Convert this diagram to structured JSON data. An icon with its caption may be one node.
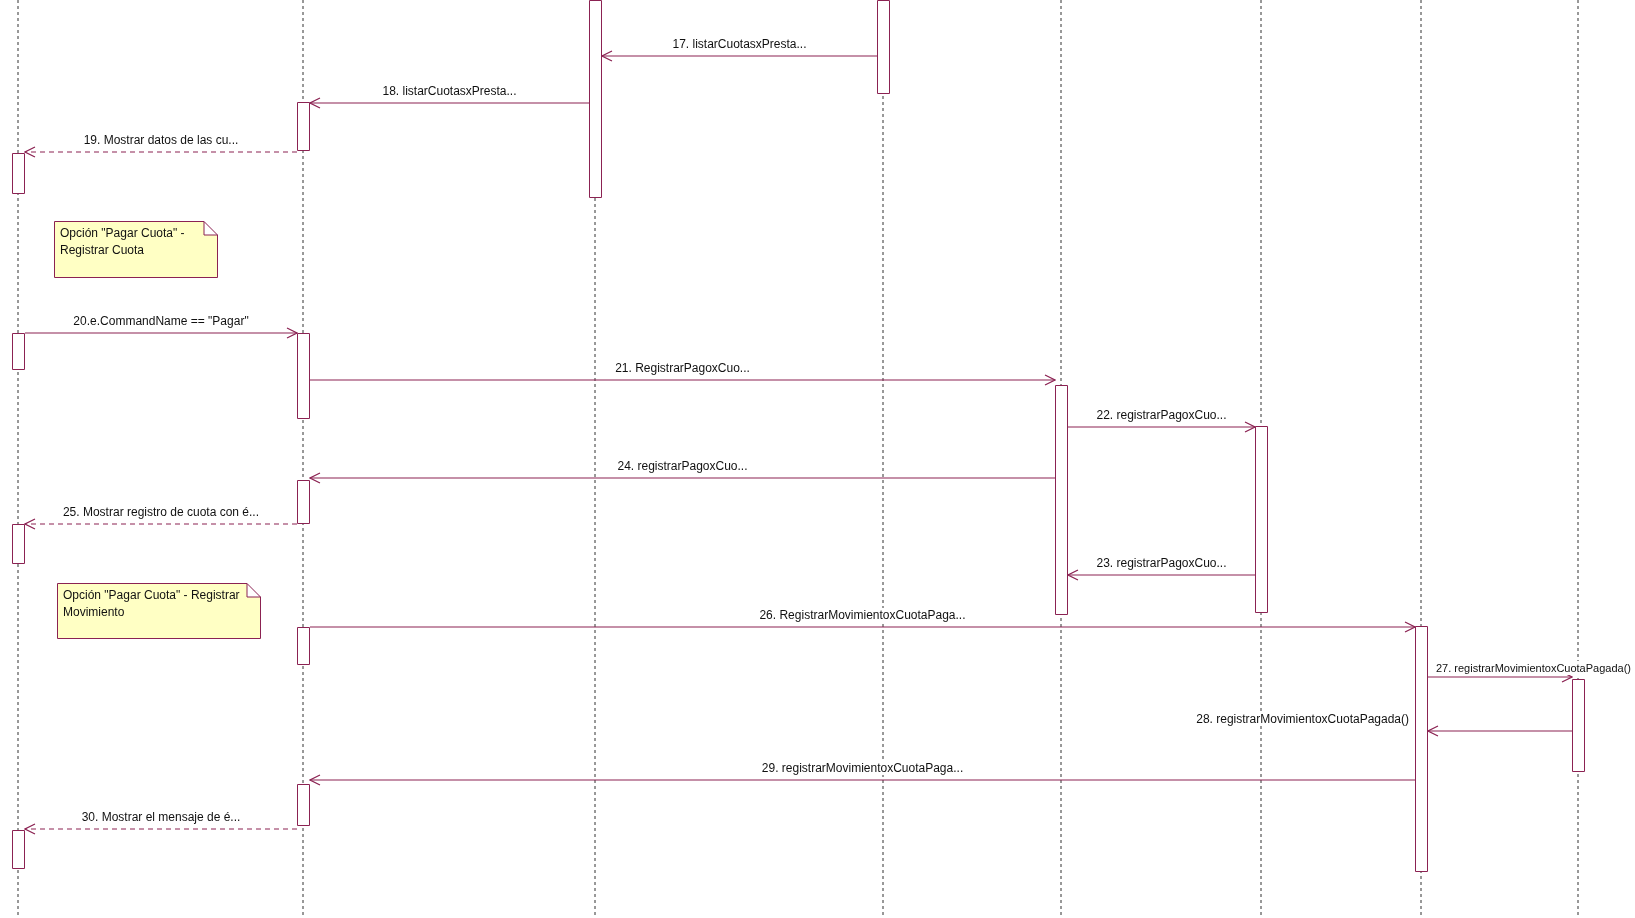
{
  "diagram": {
    "nodes": [
      {
        "text": [],
        "shape": "bar"
      },
      {
        "text": [],
        "shape": "bar"
      },
      {
        "text": [],
        "shape": "bar"
      },
      {
        "text": [],
        "shape": "bar"
      },
      {
        "text": [
          "Opción \"Pagar Cuota\" - Registrar Cuota"
        ]
      },
      {
        "text": [],
        "shape": "bar"
      },
      {
        "text": [],
        "shape": "bar"
      },
      {
        "text": [],
        "shape": "bar"
      },
      {
        "text": [],
        "shape": "bar"
      },
      {
        "text": [],
        "shape": "bar"
      },
      {
        "text": [],
        "shape": "bar"
      },
      {
        "text": [
          "Opción \"Pagar Cuota\" - Registrar Movimiento"
        ]
      },
      {
        "text": [],
        "shape": "bar"
      },
      {
        "text": [],
        "shape": "bar"
      },
      {
        "text": [],
        "shape": "bar"
      },
      {
        "text": [],
        "shape": "bar"
      },
      {
        "text": [],
        "shape": "bar"
      }
    ],
    "edges": [
      {
        "from": 1,
        "to": 0,
        "arrow": "to",
        "label": "17. listarCuotasxPresta..."
      },
      {
        "from": 0,
        "to": 2,
        "arrow": "to",
        "label": "18. listarCuotasxPresta..."
      },
      {
        "from": 2,
        "to": 3,
        "arrow": "to",
        "style": "dashed",
        "label": "19. Mostrar datos de las cu..."
      },
      {
        "from": 5,
        "to": 6,
        "arrow": "to",
        "label": "20.e.CommandName == \"Pagar\""
      },
      {
        "from": 6,
        "to": 7,
        "arrow": "to",
        "label": "21. RegistrarPagoxCuo..."
      },
      {
        "from": 7,
        "to": 8,
        "arrow": "to",
        "label": "22. registrarPagoxCuo..."
      },
      {
        "from": 8,
        "to": 7,
        "arrow": "to",
        "label": "23. registrarPagoxCuo..."
      },
      {
        "from": 7,
        "to": 9,
        "arrow": "to",
        "label": "24. registrarPagoxCuo..."
      },
      {
        "from": 9,
        "to": 10,
        "arrow": "to",
        "style": "dashed",
        "label": "25. Mostrar registro de cuota con é..."
      },
      {
        "from": 12,
        "to": 13,
        "arrow": "to",
        "label": "26. RegistrarMovimientoxCuotaPaga..."
      },
      {
        "from": 13,
        "to": 14,
        "arrow": "to",
        "label": "27. registrarMovimientoxCuotaPagada()"
      },
      {
        "from": 14,
        "to": 13,
        "arrow": "to",
        "label": "28. registrarMovimientoxCuotaPagada()"
      },
      {
        "from": 13,
        "to": 15,
        "arrow": "to",
        "label": "29. registrarMovimientoxCuotaPaga..."
      },
      {
        "from": 15,
        "to": 16,
        "arrow": "to",
        "style": "dashed",
        "label": "30. Mostrar el mensaje de é..."
      }
    ]
  }
}
